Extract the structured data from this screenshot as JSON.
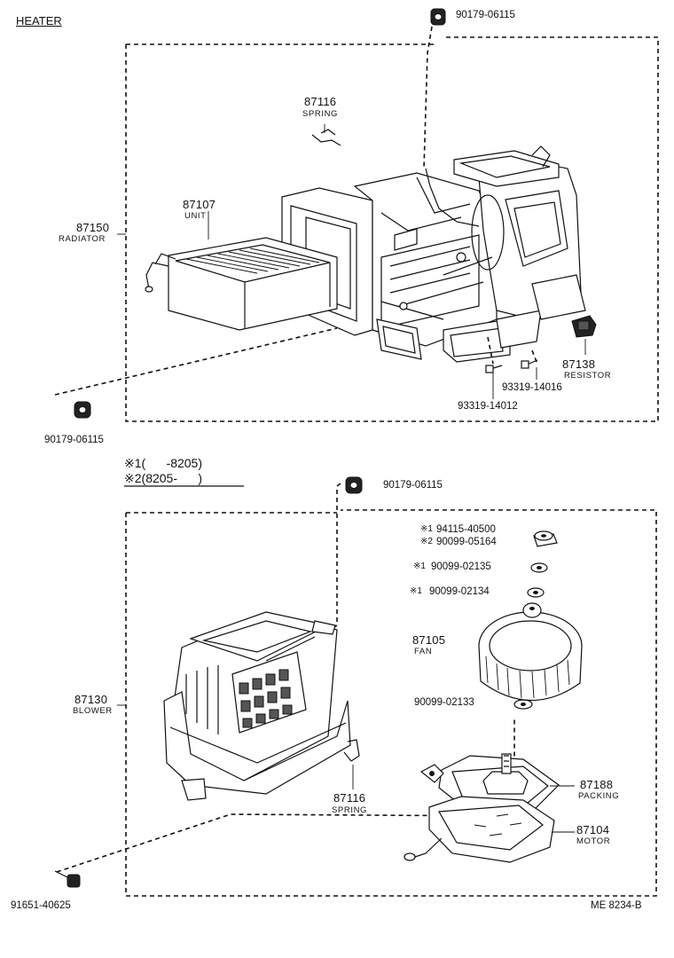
{
  "title": "HEATER",
  "legend": {
    "line1_mark": "※1",
    "line1_range": "(      -8205)",
    "line2_mark": "※2",
    "line2_range": "(8205-      )"
  },
  "heater_parts": [
    {
      "id": "nut_top",
      "number": "90179-06115",
      "label": ""
    },
    {
      "id": "spring_top",
      "number": "87116",
      "label": "SPRING"
    },
    {
      "id": "unit",
      "number": "87107",
      "label": "UNIT"
    },
    {
      "id": "radiator",
      "number": "87150",
      "label": "RADIATOR"
    },
    {
      "id": "resistor",
      "number": "87138",
      "label": "RESISTOR"
    },
    {
      "id": "screw_a",
      "number": "93319-14016",
      "label": ""
    },
    {
      "id": "screw_b",
      "number": "93319-14012",
      "label": ""
    },
    {
      "id": "nut_left",
      "number": "90179-06115",
      "label": ""
    }
  ],
  "blower_parts": [
    {
      "id": "nut_blower",
      "number": "90179-06115",
      "label": ""
    },
    {
      "id": "nut_a",
      "prefix": "※1",
      "number": "94115-40500",
      "label": ""
    },
    {
      "id": "nut_b",
      "prefix": "※2",
      "number": "90099-05164",
      "label": ""
    },
    {
      "id": "washer_a",
      "prefix": "※1",
      "number": "90099-02135",
      "label": ""
    },
    {
      "id": "washer_b",
      "prefix": "※1",
      "number": "90099-02134",
      "label": ""
    },
    {
      "id": "fan",
      "number": "87105",
      "label": "FAN"
    },
    {
      "id": "washer_c",
      "number": "90099-02133",
      "label": ""
    },
    {
      "id": "blower",
      "number": "87130",
      "label": "BLOWER"
    },
    {
      "id": "spring_bottom",
      "number": "87116",
      "label": "SPRING"
    },
    {
      "id": "packing",
      "number": "87188",
      "label": "PACKING"
    },
    {
      "id": "motor",
      "number": "87104",
      "label": "MOTOR"
    },
    {
      "id": "bolt",
      "number": "91651-40625",
      "label": ""
    }
  ],
  "ref_code": "ME 8234-B"
}
